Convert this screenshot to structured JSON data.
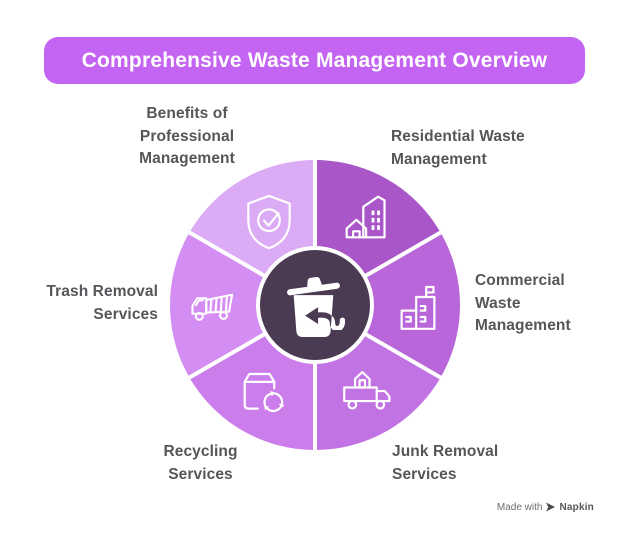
{
  "title": "Comprehensive Waste Management Overview",
  "colors": {
    "background": "#ffffff",
    "banner": "#c365f2",
    "center_circle": "#4a3a52",
    "label_text": "#56565a",
    "icon_stroke": "#ffffff"
  },
  "diagram": {
    "type": "segmented-wheel",
    "segment_angle_deg": 60,
    "center_icon": "trash-restore-icon",
    "segments": [
      {
        "label": "Residential Waste\nManagement",
        "icon": "residential-buildings-icon",
        "color": "#a956c9",
        "position": "top-right"
      },
      {
        "label": "Commercial\nWaste\nManagement",
        "icon": "commercial-building-icon",
        "color": "#b866d9",
        "position": "right"
      },
      {
        "label": "Junk Removal\nServices",
        "icon": "junk-removal-truck-icon",
        "color": "#c273e3",
        "position": "bottom-right"
      },
      {
        "label": "Recycling\nServices",
        "icon": "recycling-box-icon",
        "color": "#cb7dec",
        "position": "bottom-left"
      },
      {
        "label": "Trash Removal\nServices",
        "icon": "garbage-truck-icon",
        "color": "#d48df2",
        "position": "left"
      },
      {
        "label": "Benefits of\nProfessional\nManagement",
        "icon": "shield-check-icon",
        "color": "#dcabf5",
        "position": "top-left"
      }
    ]
  },
  "footer": {
    "made_with": "Made with",
    "brand": "Napkin"
  }
}
